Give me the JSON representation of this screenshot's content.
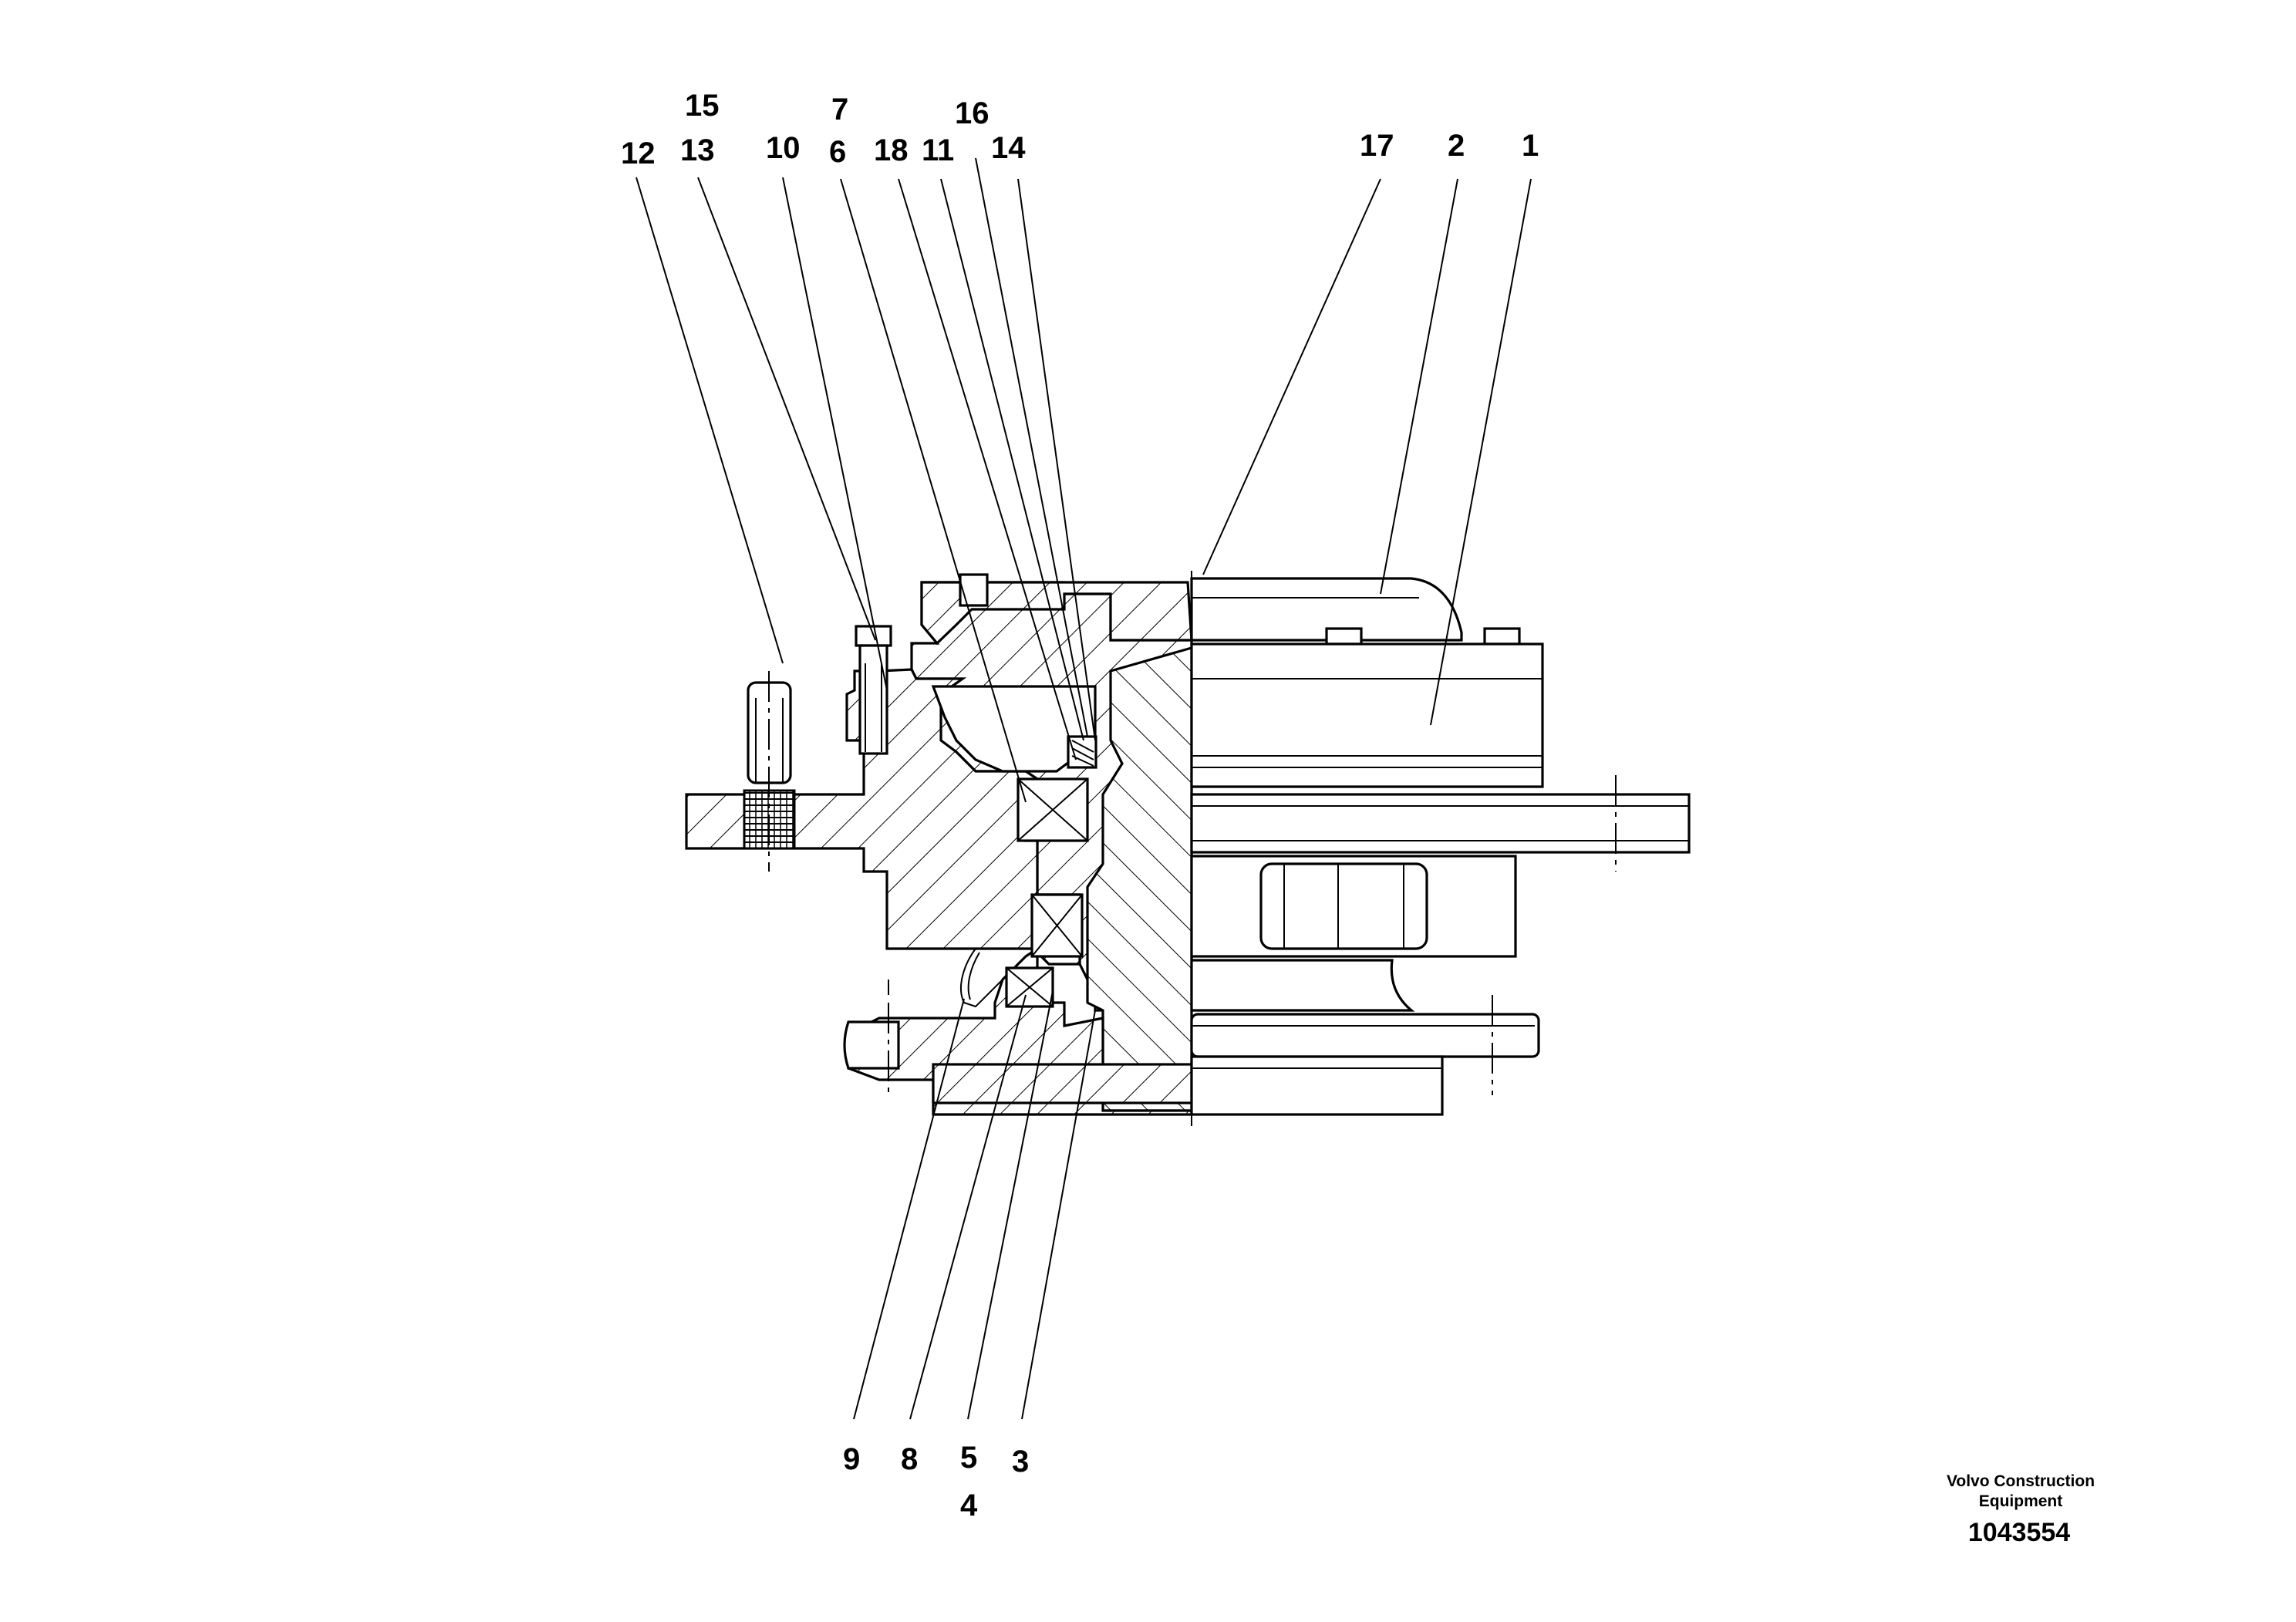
{
  "callouts": [
    {
      "id": "c15",
      "label": "15"
    },
    {
      "id": "c7",
      "label": "7"
    },
    {
      "id": "c16",
      "label": "16"
    },
    {
      "id": "c12",
      "label": "12"
    },
    {
      "id": "c13",
      "label": "13"
    },
    {
      "id": "c10",
      "label": "10"
    },
    {
      "id": "c6",
      "label": "6"
    },
    {
      "id": "c18",
      "label": "18"
    },
    {
      "id": "c11",
      "label": "11"
    },
    {
      "id": "c14",
      "label": "14"
    },
    {
      "id": "c17",
      "label": "17"
    },
    {
      "id": "c2",
      "label": "2"
    },
    {
      "id": "c1",
      "label": "1"
    },
    {
      "id": "c9",
      "label": "9"
    },
    {
      "id": "c8",
      "label": "8"
    },
    {
      "id": "c5",
      "label": "5"
    },
    {
      "id": "c3",
      "label": "3"
    },
    {
      "id": "c4",
      "label": "4"
    }
  ],
  "brand": {
    "line1": "Volvo Construction",
    "line2": "Equipment",
    "drawing_number": "1043554"
  }
}
